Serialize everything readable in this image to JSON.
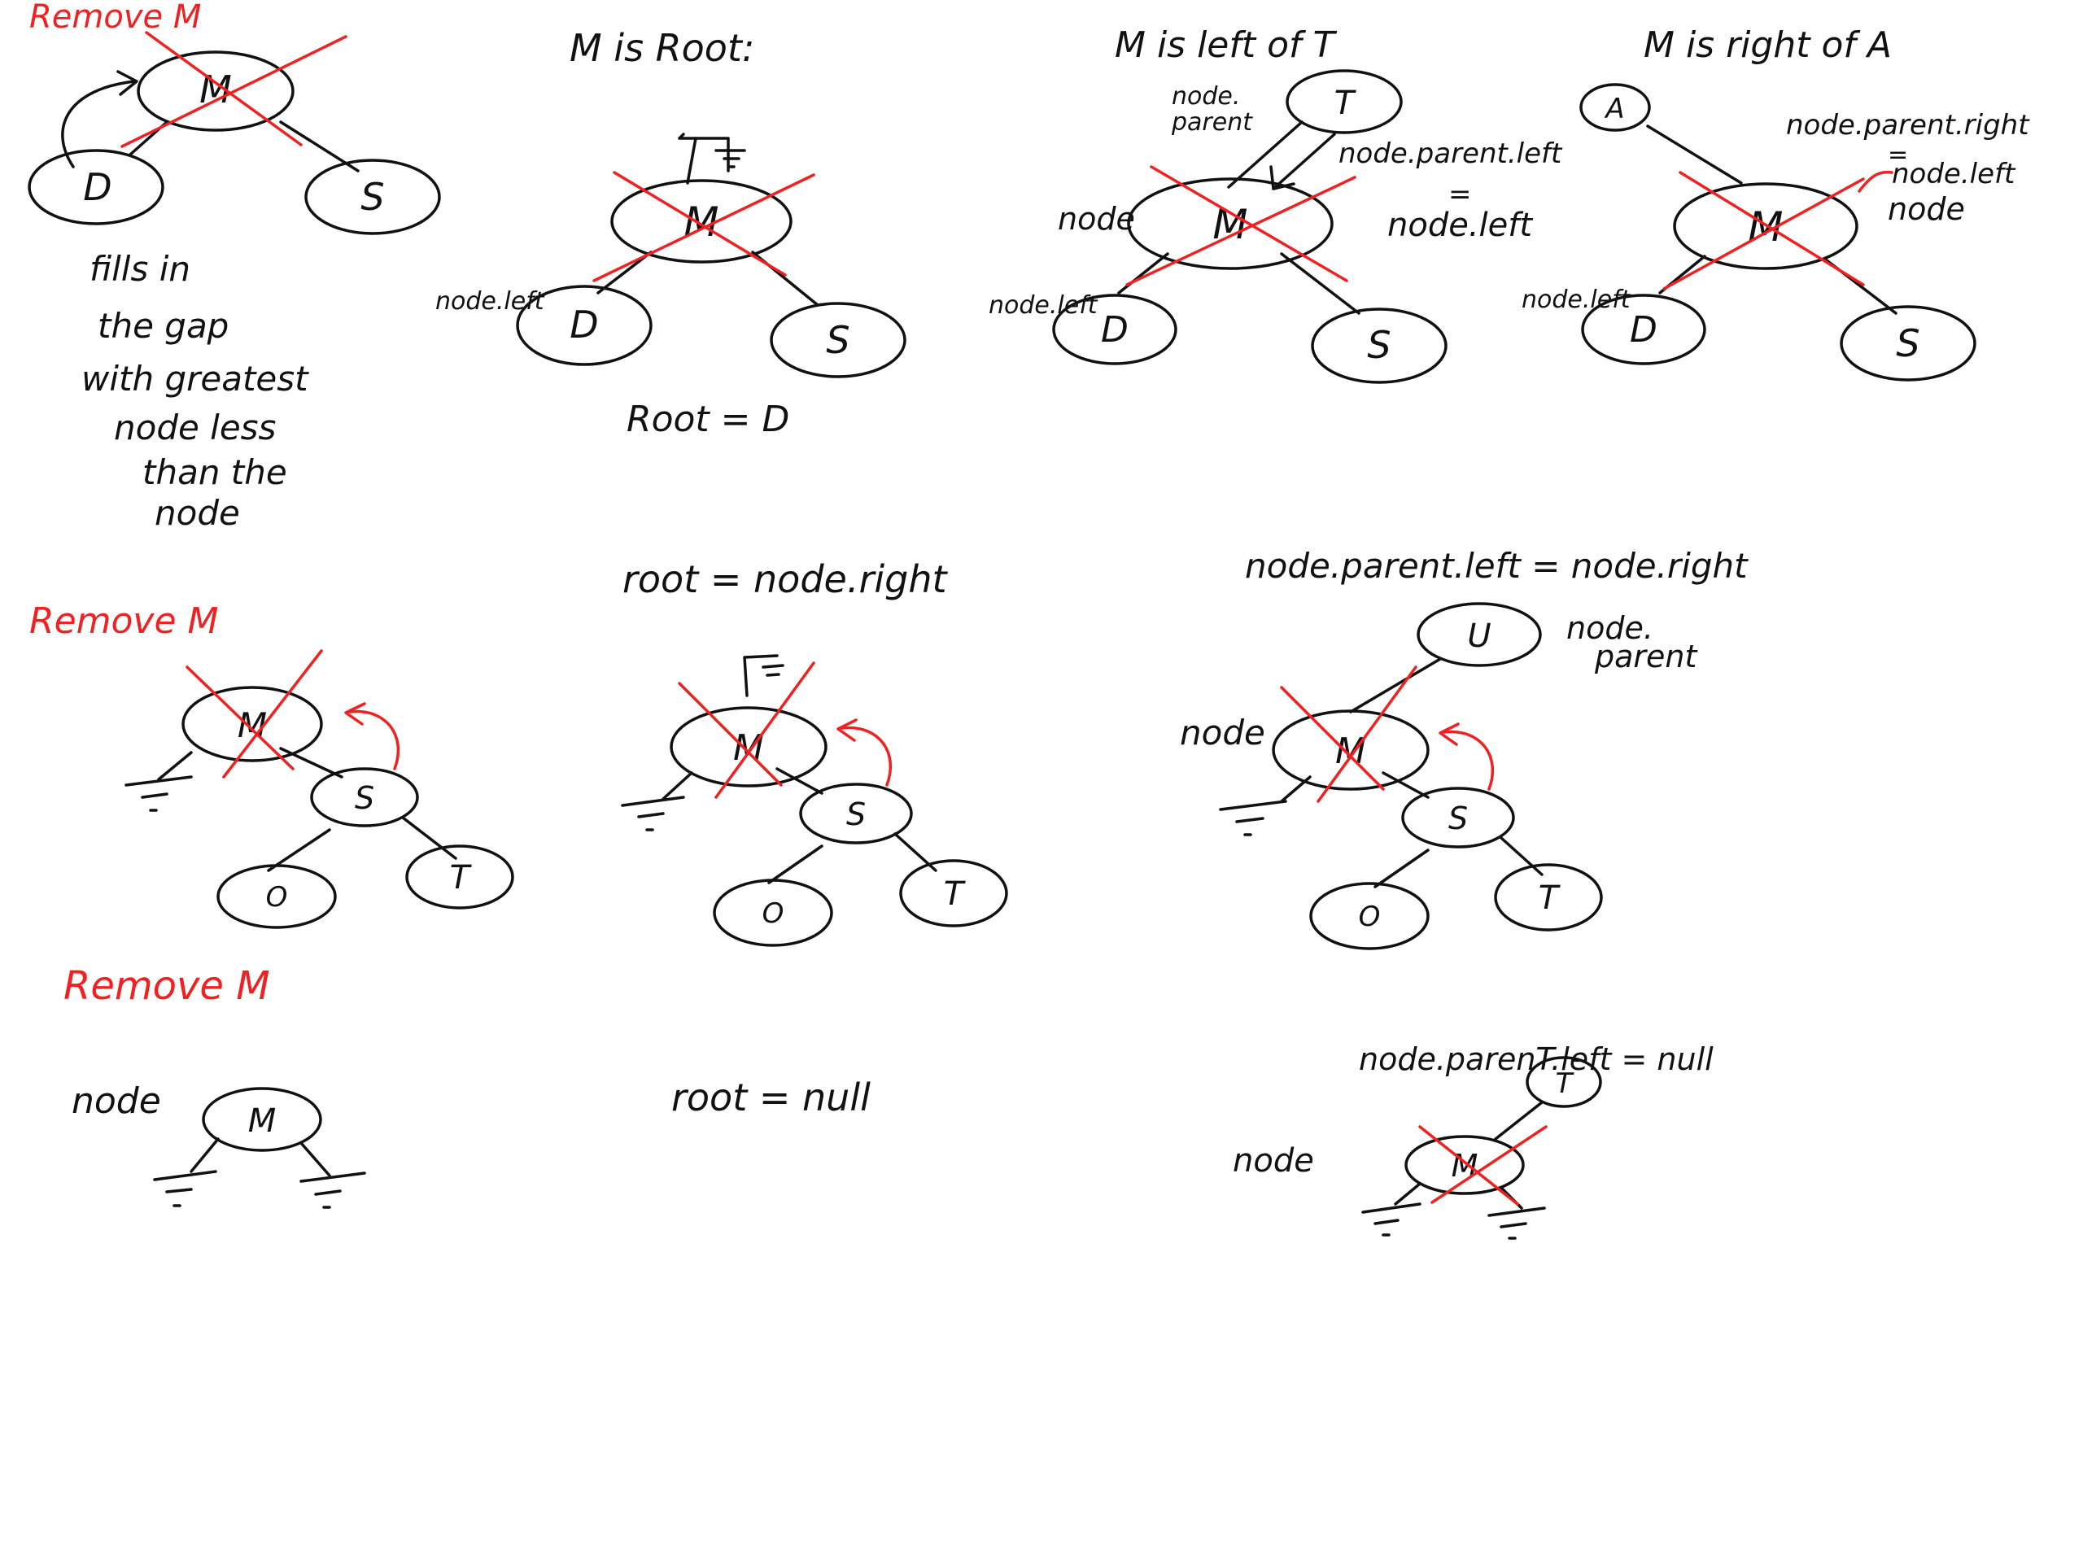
{
  "colors": {
    "ink": "#111111",
    "red": "#ee2222"
  },
  "case1": {
    "heading": "Remove M",
    "note": [
      "fills in",
      "the gap",
      "with greatest",
      "node less",
      "than the",
      "node"
    ],
    "tree": {
      "root": "M",
      "left": "D",
      "right": "S"
    }
  },
  "case1_root": {
    "title": "M is Root:",
    "label_left": "node.left",
    "result": "Root = D",
    "tree": {
      "root": "M",
      "left": "D",
      "right": "S"
    }
  },
  "case1_leftof": {
    "title": "M is left of T",
    "parent": "T",
    "label_parent": [
      "node.",
      "parent"
    ],
    "label_node": "node",
    "label_left": "node.left",
    "assign": [
      "node.parent.left",
      "=",
      "node.left"
    ],
    "tree": {
      "root": "M",
      "left": "D",
      "right": "S"
    }
  },
  "case1_rightof": {
    "title": "M is right of A",
    "parent": "A",
    "label_left": "node.left",
    "assign": [
      "node.parent.right",
      "=",
      "node.left",
      "node"
    ],
    "tree": {
      "root": "M",
      "left": "D",
      "right": "S"
    }
  },
  "case2": {
    "heading": "Remove M",
    "tree": {
      "root": "M",
      "right": "S",
      "right_left": "O",
      "right_right": "T"
    }
  },
  "case2_root": {
    "assign": "root = node.right",
    "tree": {
      "root": "M",
      "right": "S",
      "right_left": "O",
      "right_right": "T"
    }
  },
  "case2_parent": {
    "assign": "node.parent.left = node.right",
    "parent": "U",
    "label_parent": [
      "node.",
      "parent"
    ],
    "label_node": "node",
    "tree": {
      "root": "M",
      "right": "S",
      "right_left": "O",
      "right_right": "T"
    }
  },
  "case3": {
    "heading": "Remove M",
    "label_node": "node",
    "tree": {
      "root": "M"
    }
  },
  "case3_root": {
    "assign": "root = null"
  },
  "case3_parent": {
    "assign": "node.parenT.left = null",
    "parent": "T",
    "label_node": "node",
    "tree": {
      "root": "M"
    }
  }
}
